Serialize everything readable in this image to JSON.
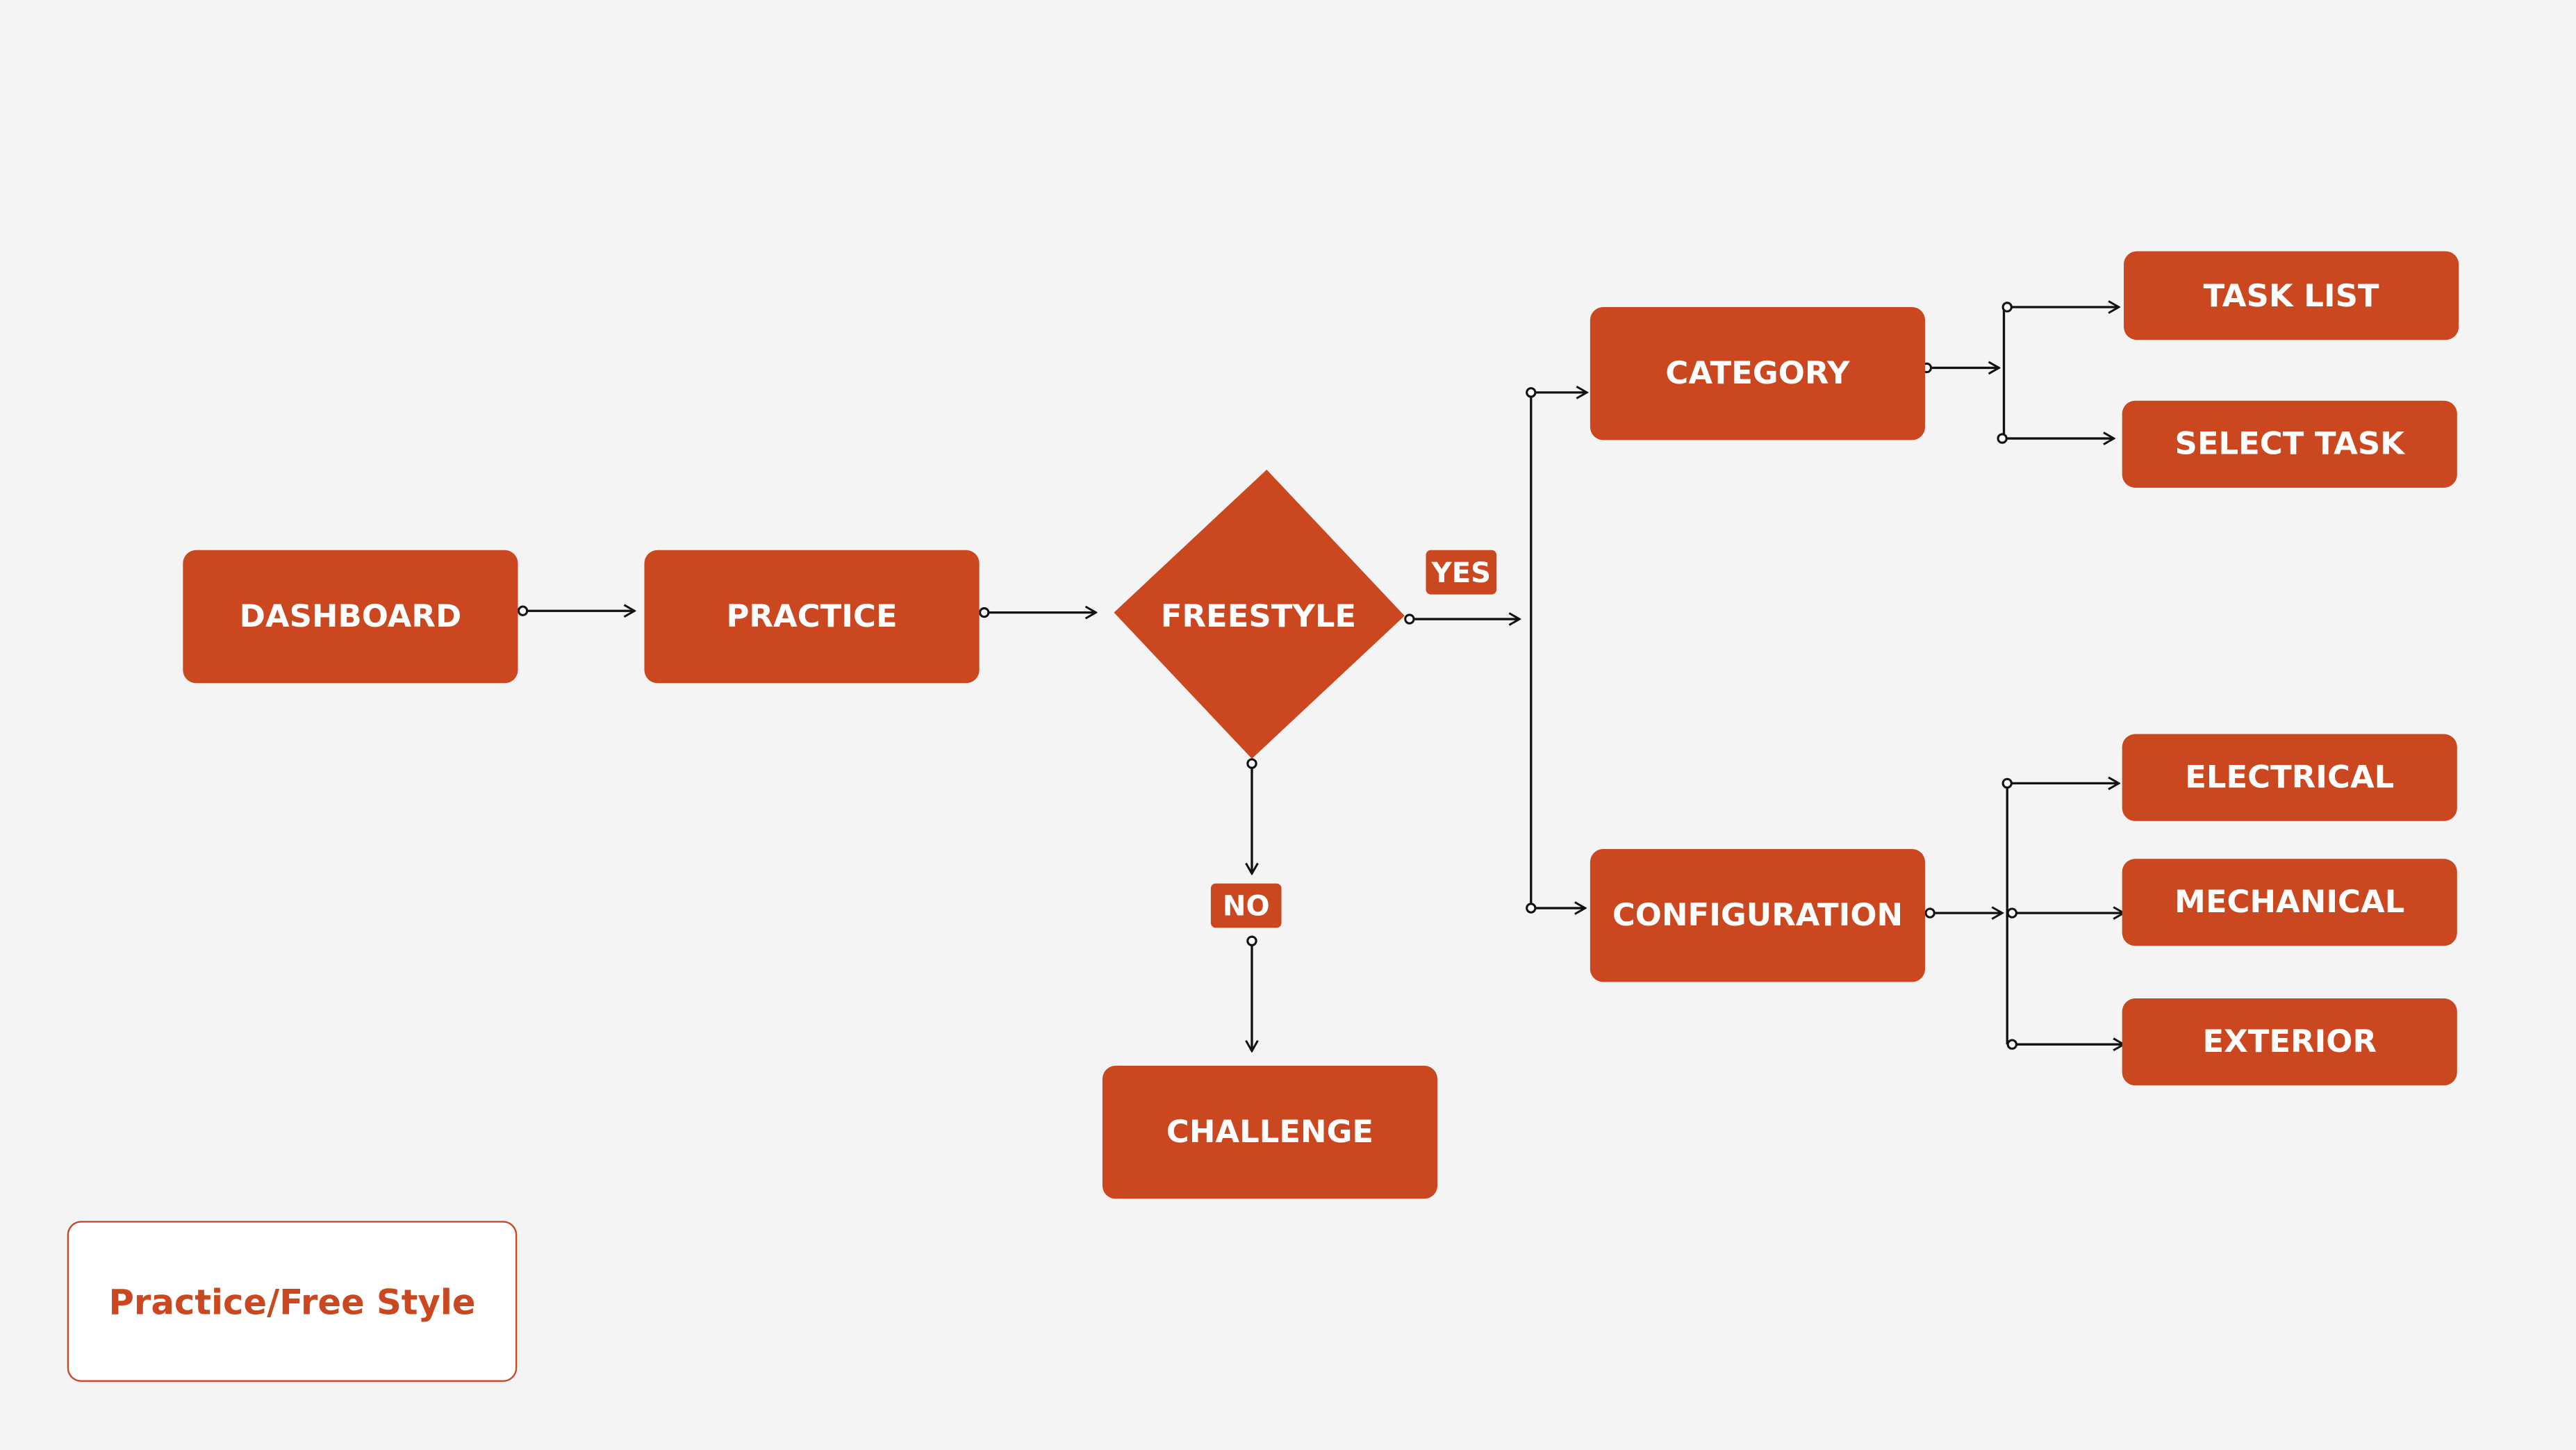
{
  "colors": {
    "node": "#ca471f",
    "background": "#f4f4f4",
    "connector": "#111111"
  },
  "nodes": {
    "dashboard": "DASHBOARD",
    "practice": "PRACTICE",
    "freestyle": "FREESTYLE",
    "challenge": "CHALLENGE",
    "category": "CATEGORY",
    "configuration": "CONFIGURATION",
    "task_list": "TASK LIST",
    "select_task": "SELECT TASK",
    "electrical": "ELECTRICAL",
    "mechanical": "MECHANICAL",
    "exterior": "EXTERIOR"
  },
  "labels": {
    "yes": "YES",
    "no": "NO"
  },
  "legend": {
    "title": "Practice/Free Style"
  }
}
